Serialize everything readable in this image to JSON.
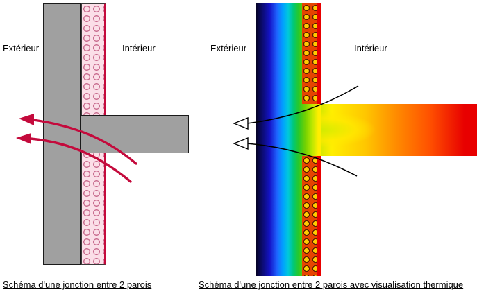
{
  "page": {
    "background": "#ffffff"
  },
  "colors": {
    "wall_gray": "#a0a0a0",
    "wall_outline": "#1a1a1a",
    "insulation_pink": "#fbdfe8",
    "insulation_bubble": "#c96e90",
    "insulation_edge_red": "#c40a3c",
    "arrow_crimson": "#c40a3c",
    "heat_arrow_black": "#000000",
    "thermal_cold": "#04001c",
    "thermal_blue": "#1414c8",
    "thermal_cyan": "#00c8dc",
    "thermal_green": "#28c828",
    "thermal_yellow": "#ffee00",
    "thermal_orange": "#ff8c00",
    "thermal_red": "#e80000",
    "thermal_insulation_bg": "#e64400",
    "thermal_insulation_circle": "#ffcc00",
    "thermal_insulation_outline": "#5a1e00"
  },
  "left_diagram": {
    "exterior_label": "Extérieur",
    "interior_label": "Intérieur",
    "caption": "Schéma d'une jonction entre 2 parois"
  },
  "right_diagram": {
    "exterior_label": "Extérieur",
    "interior_label": "Intérieur",
    "caption": "Schéma d'une jonction entre 2 parois avec visualisation thermique"
  }
}
